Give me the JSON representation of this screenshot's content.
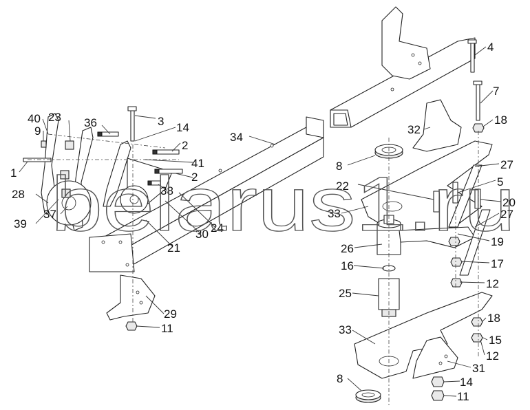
{
  "watermark": "belarus1.ru",
  "left_assembly": {
    "labels": [
      "40",
      "9",
      "23",
      "36",
      "3",
      "14",
      "2",
      "41",
      "2",
      "38",
      "1",
      "28",
      "39",
      "37",
      "30",
      "24",
      "21",
      "34",
      "29",
      "11"
    ]
  },
  "right_assembly": {
    "labels": [
      "4",
      "7",
      "18",
      "32",
      "8",
      "27",
      "22",
      "5",
      "33",
      "20",
      "27",
      "26",
      "19",
      "16",
      "17",
      "12",
      "25",
      "18",
      "33",
      "15",
      "12",
      "31",
      "8",
      "14",
      "11"
    ]
  },
  "colors": {
    "line": "#222222",
    "watermark": "#555555",
    "background": "#ffffff"
  }
}
